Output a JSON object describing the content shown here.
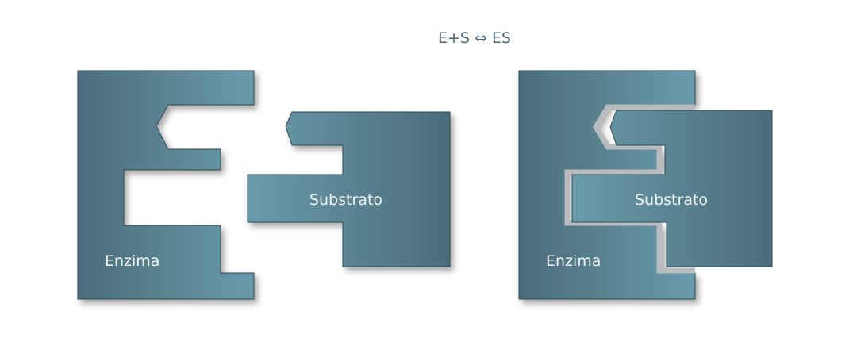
{
  "title": "E+S ⇔ ES",
  "left": {
    "enzyme_label": "Enzima",
    "substrate_label": "Substrato"
  },
  "right": {
    "enzyme_label": "Enzima",
    "substrate_label": "Substrato"
  },
  "colors": {
    "dark": "#4a6a78",
    "light": "#6a9aaa",
    "gap": "#b8bcbe",
    "title": "#4a6878"
  }
}
